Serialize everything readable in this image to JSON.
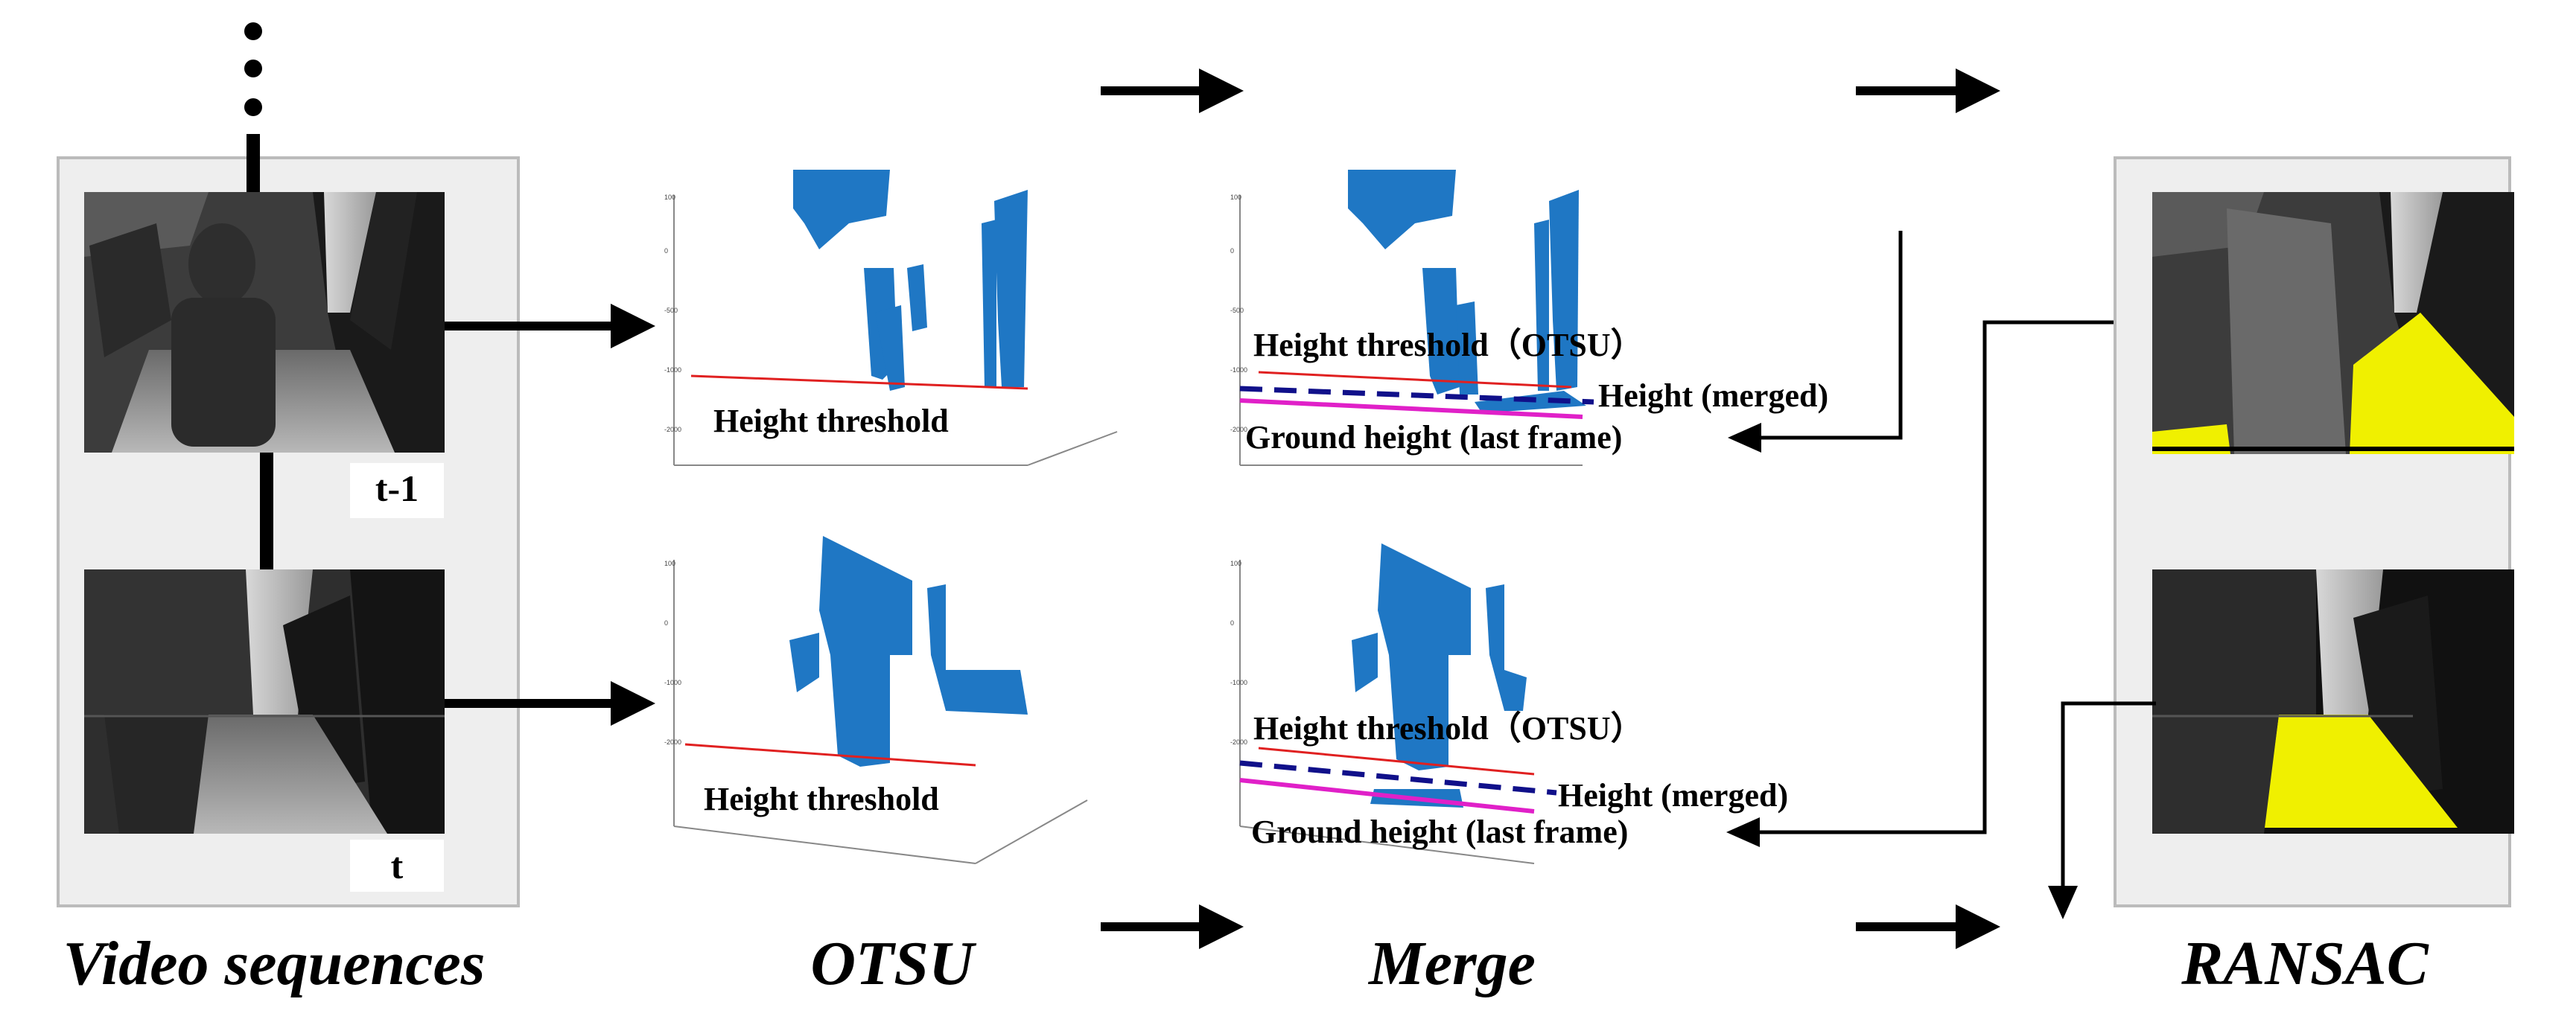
{
  "titles": {
    "video": "Video sequences",
    "otsu": "OTSU",
    "merge": "Merge",
    "ransac": "RANSAC"
  },
  "frames": {
    "prev": "t-1",
    "curr": "t"
  },
  "labels": {
    "height_threshold": "Height threshold",
    "height_threshold_otsu": "Height threshold（OTSU）",
    "height_merged": "Height (merged)",
    "ground_height_last": "Ground height  (last frame)"
  },
  "colors": {
    "point_cloud": "#1f77c4",
    "threshold_line": "#e02020",
    "merged_line": "#10108a",
    "ground_line": "#e020c8",
    "ground_highlight": "#f0f000",
    "panel_bg": "#eeeeee",
    "panel_border": "#bbbbbb"
  },
  "icons": {
    "ellipsis": "vertical-dots-icon",
    "arrow": "arrow-right-icon"
  }
}
